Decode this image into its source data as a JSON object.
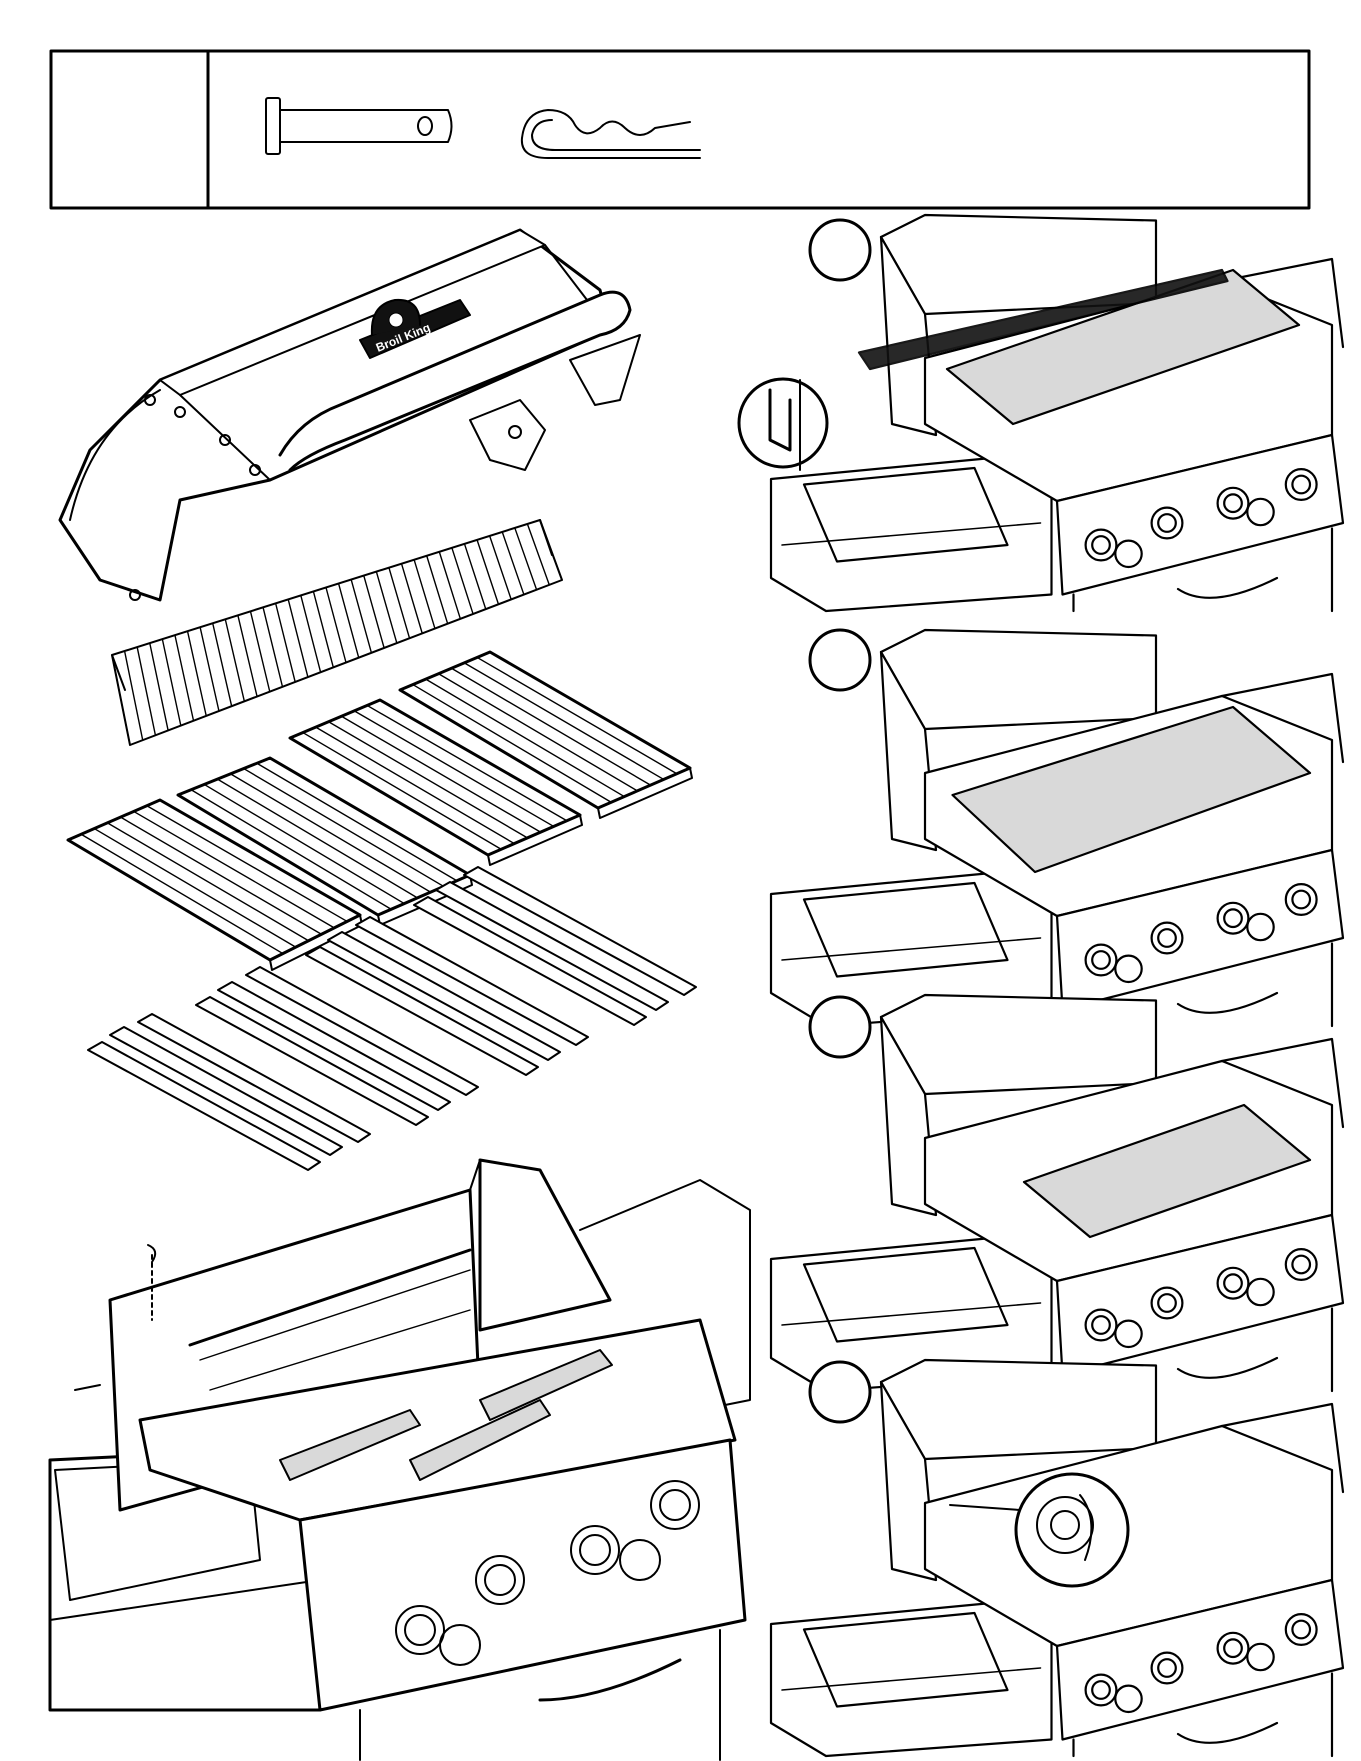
{
  "parts_box": {
    "label_cell": "",
    "items": [
      {
        "name": "clevis-pin",
        "icon": "clevis-pin-icon"
      },
      {
        "name": "hairpin-cotter",
        "icon": "hairpin-cotter-icon"
      }
    ]
  },
  "exploded_view": {
    "logo_text": "Broil King",
    "components": [
      "hood",
      "warming-rack",
      "cooking-grids",
      "flav-r-wave-heat-tents",
      "firebox"
    ]
  },
  "steps": [
    {
      "number": "",
      "callout": "rack-hook-detail"
    },
    {
      "number": "",
      "callout": ""
    },
    {
      "number": "",
      "callout": ""
    },
    {
      "number": "",
      "callout": "hood-pin-detail"
    }
  ],
  "colors": {
    "line": "#000000",
    "background": "#ffffff",
    "shade": "#d9d9d9"
  }
}
